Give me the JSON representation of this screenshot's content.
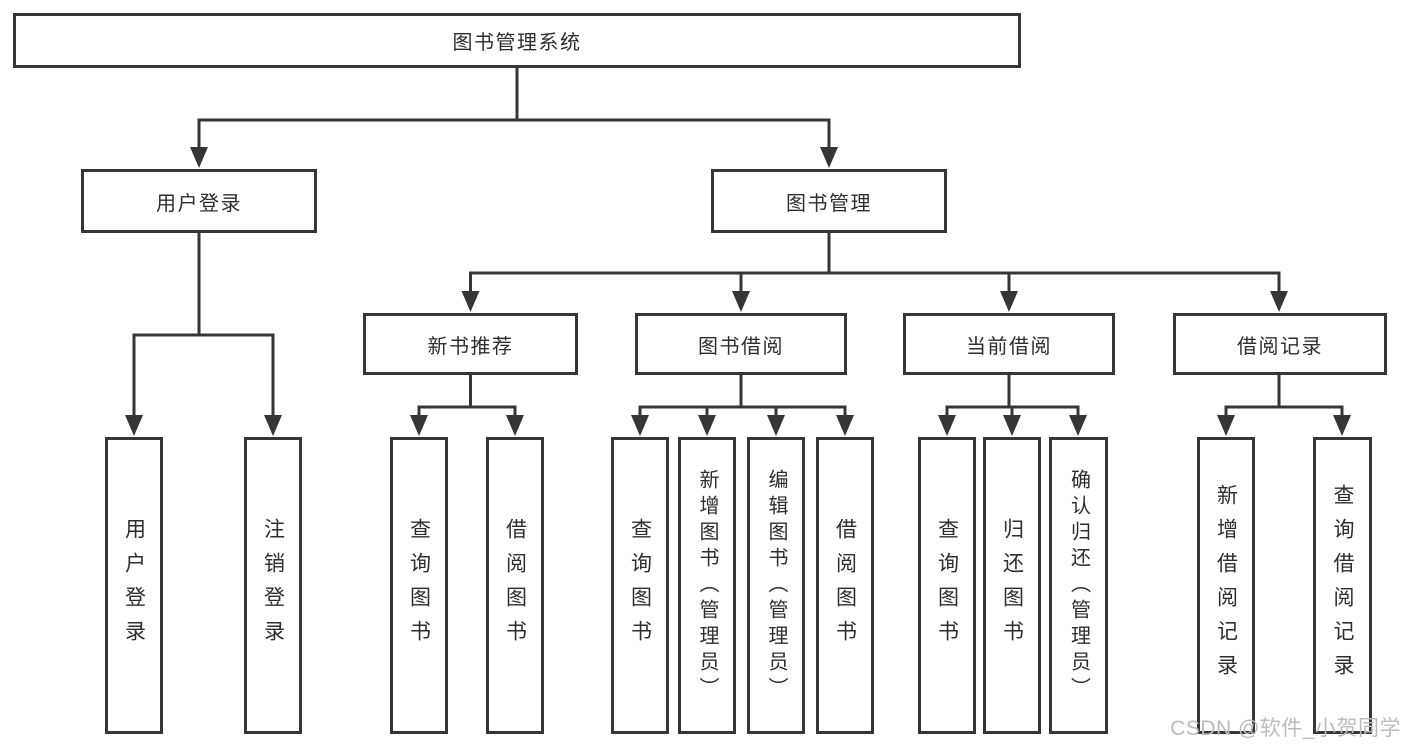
{
  "diagram": {
    "root": {
      "label": "图书管理系统"
    },
    "level2": {
      "user_login": {
        "label": "用户登录"
      },
      "book_management": {
        "label": "图书管理"
      }
    },
    "level3": {
      "new_book_recommend": {
        "label": "新书推荐"
      },
      "book_borrow": {
        "label": "图书借阅"
      },
      "current_borrow": {
        "label": "当前借阅"
      },
      "borrow_record": {
        "label": "借阅记录"
      }
    },
    "leaves": {
      "user_login": {
        "label": "用户登录"
      },
      "logout": {
        "label": "注销登录"
      },
      "nb_query_book": {
        "label": "查询图书"
      },
      "nb_borrow_book": {
        "label": "借阅图书"
      },
      "bb_query_book": {
        "label": "查询图书"
      },
      "bb_add_book": {
        "label": "新增图书（管理员）"
      },
      "bb_edit_book": {
        "label": "编辑图书（管理员）"
      },
      "bb_borrow_book": {
        "label": "借阅图书"
      },
      "cb_query_book": {
        "label": "查询图书"
      },
      "cb_return_book": {
        "label": "归还图书"
      },
      "cb_confirm_return": {
        "label": "确认归还（管理员）"
      },
      "br_add_record": {
        "label": "新增借阅记录"
      },
      "br_query_record": {
        "label": "查询借阅记录"
      }
    }
  },
  "watermark": "CSDN @软件_小贺同学",
  "colors": {
    "line": "#363636",
    "text": "#2e2e2e",
    "background": "#ffffff",
    "watermark": "#bcbcbc"
  }
}
